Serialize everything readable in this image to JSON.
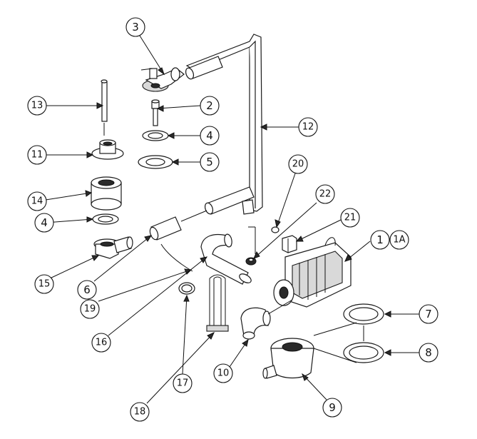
{
  "diagram": {
    "callouts": [
      {
        "id": "c3",
        "label": "3"
      },
      {
        "id": "c13",
        "label": "13"
      },
      {
        "id": "c2",
        "label": "2"
      },
      {
        "id": "c12",
        "label": "12"
      },
      {
        "id": "c11",
        "label": "11"
      },
      {
        "id": "c4a",
        "label": "4"
      },
      {
        "id": "c5",
        "label": "5"
      },
      {
        "id": "c20",
        "label": "20"
      },
      {
        "id": "c22",
        "label": "22"
      },
      {
        "id": "c14",
        "label": "14"
      },
      {
        "id": "c21",
        "label": "21"
      },
      {
        "id": "c1",
        "label": "1"
      },
      {
        "id": "c1a",
        "label": "1A"
      },
      {
        "id": "c4b",
        "label": "4"
      },
      {
        "id": "c15",
        "label": "15"
      },
      {
        "id": "c6",
        "label": "6"
      },
      {
        "id": "c19",
        "label": "19"
      },
      {
        "id": "c7",
        "label": "7"
      },
      {
        "id": "c16",
        "label": "16"
      },
      {
        "id": "c8",
        "label": "8"
      },
      {
        "id": "c17",
        "label": "17"
      },
      {
        "id": "c10",
        "label": "10"
      },
      {
        "id": "c18",
        "label": "18"
      },
      {
        "id": "c9",
        "label": "9"
      }
    ]
  }
}
